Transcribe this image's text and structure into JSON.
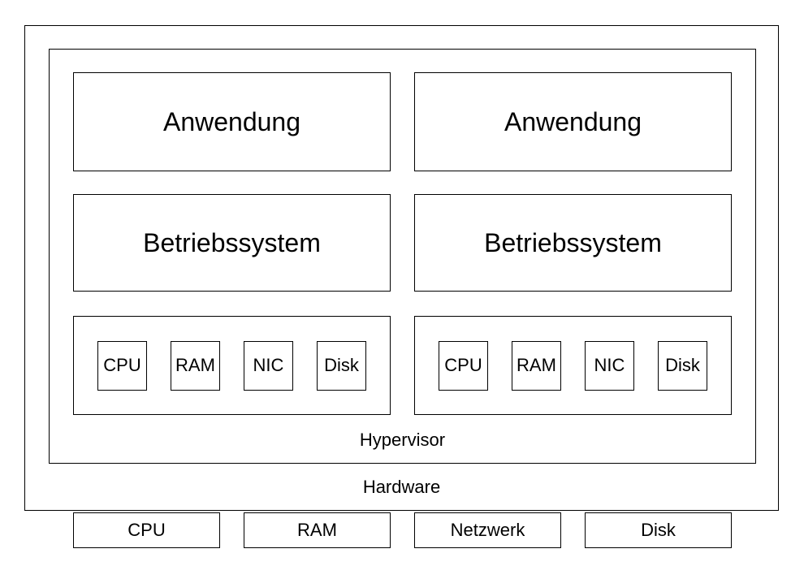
{
  "diagram": {
    "kind": "virtualization-architecture",
    "colors": {
      "background": "#ffffff",
      "border": "#000000",
      "text": "#000000"
    },
    "hardware_label": "Hardware",
    "hypervisor_label": "Hypervisor",
    "vms": [
      {
        "app_label": "Anwendung",
        "os_label": "Betriebssystem",
        "devices": [
          "CPU",
          "RAM",
          "NIC",
          "Disk"
        ]
      },
      {
        "app_label": "Anwendung",
        "os_label": "Betriebssystem",
        "devices": [
          "CPU",
          "RAM",
          "NIC",
          "Disk"
        ]
      }
    ],
    "physical_devices": [
      "CPU",
      "RAM",
      "Netzwerk",
      "Disk"
    ]
  }
}
